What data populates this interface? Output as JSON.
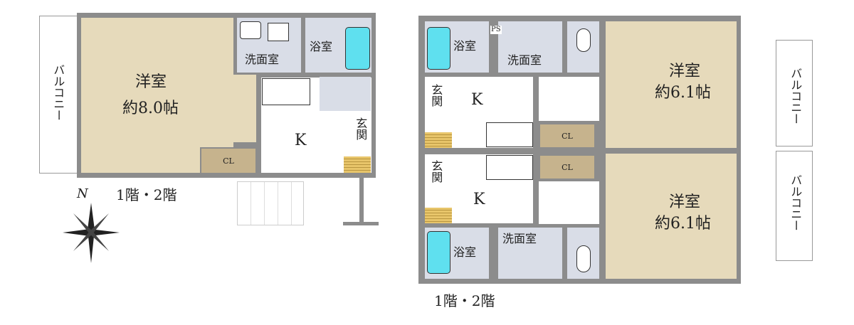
{
  "left_unit": {
    "western_room": {
      "name": "洋室",
      "size": "約8.0帖"
    },
    "balcony": "バルコニー",
    "washroom": "洗面室",
    "bathroom": "浴室",
    "kitchen": "K",
    "entrance": "玄関",
    "closet": "CL",
    "floor_label": "1階・2階",
    "north_mark": "N"
  },
  "right_unit": {
    "upper": {
      "western_room": {
        "name": "洋室",
        "size": "約6.1帖"
      },
      "balcony": "バルコニー",
      "washroom": "洗面室",
      "bathroom": "浴室",
      "kitchen": "K",
      "entrance": "玄関",
      "closet": "CL",
      "ps": "PS"
    },
    "lower": {
      "western_room": {
        "name": "洋室",
        "size": "約6.1帖"
      },
      "balcony": "バルコニー",
      "washroom": "洗面室",
      "bathroom": "浴室",
      "kitchen": "K",
      "entrance": "玄関",
      "closet": "CL"
    },
    "floor_label": "1階・2階"
  }
}
